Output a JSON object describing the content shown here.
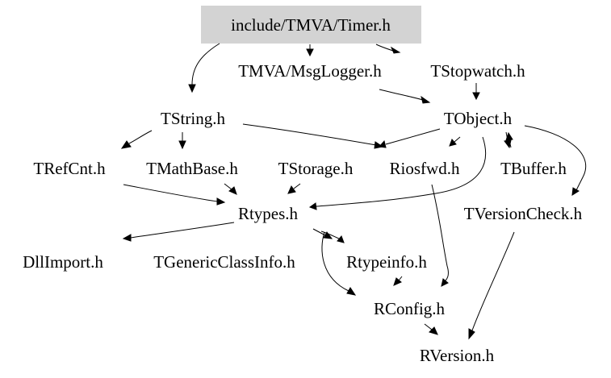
{
  "colors": {
    "root_fill": "#d3d3d3",
    "edge": "#000000",
    "text": "#000000",
    "background": "#ffffff"
  },
  "nodes": {
    "timer": "include/TMVA/Timer.h",
    "msglogger": "TMVA/MsgLogger.h",
    "tstopwatch": "TStopwatch.h",
    "tstring": "TString.h",
    "tobject": "TObject.h",
    "trefcnt": "TRefCnt.h",
    "tmathbase": "TMathBase.h",
    "tstorage": "TStorage.h",
    "riosfwd": "Riosfwd.h",
    "tbuffer": "TBuffer.h",
    "rtypes": "Rtypes.h",
    "tversioncheck": "TVersionCheck.h",
    "dllimport": "DllImport.h",
    "tgenericclassinfo": "TGenericClassInfo.h",
    "rtypeinfo": "Rtypeinfo.h",
    "rconfig": "RConfig.h",
    "rversion": "RVersion.h"
  },
  "edges": [
    [
      "timer",
      "msglogger"
    ],
    [
      "timer",
      "tstopwatch"
    ],
    [
      "timer",
      "tstring"
    ],
    [
      "msglogger",
      "tobject"
    ],
    [
      "tstopwatch",
      "tobject"
    ],
    [
      "tstring",
      "trefcnt"
    ],
    [
      "tstring",
      "tmathbase"
    ],
    [
      "tstring",
      "riosfwd"
    ],
    [
      "tobject",
      "riosfwd"
    ],
    [
      "tobject",
      "tbuffer"
    ],
    [
      "tbuffer",
      "tobject"
    ],
    [
      "tobject",
      "tversioncheck"
    ],
    [
      "tobject",
      "rtypes"
    ],
    [
      "trefcnt",
      "rtypes"
    ],
    [
      "tmathbase",
      "rtypes"
    ],
    [
      "tstorage",
      "rtypes"
    ],
    [
      "rtypes",
      "dllimport"
    ],
    [
      "rtypes",
      "rtypeinfo"
    ],
    [
      "rtypes",
      "rconfig"
    ],
    [
      "riosfwd",
      "rconfig"
    ],
    [
      "rtypeinfo",
      "rconfig"
    ],
    [
      "rconfig",
      "rversion"
    ],
    [
      "tversioncheck",
      "rversion"
    ]
  ]
}
